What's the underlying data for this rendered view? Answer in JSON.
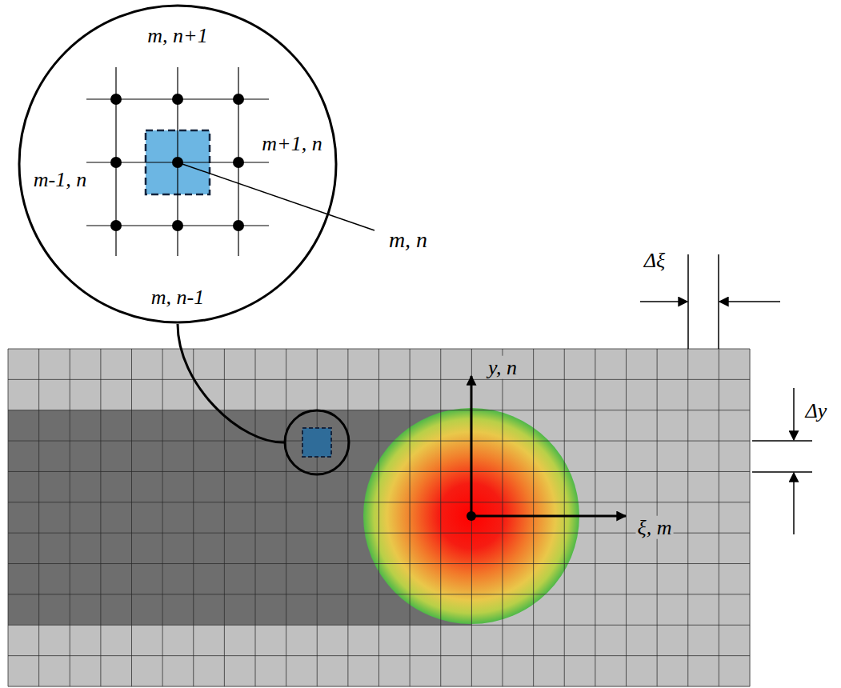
{
  "diagram": {
    "nodes": [
      {
        "text": [
          "m, n+1",
          "m-1, n",
          "m+1, n",
          "m, n-1"
        ]
      }
    ],
    "labels": [
      "m, n",
      "y, n",
      "ξ, m",
      "Δξ",
      "Δy"
    ]
  }
}
